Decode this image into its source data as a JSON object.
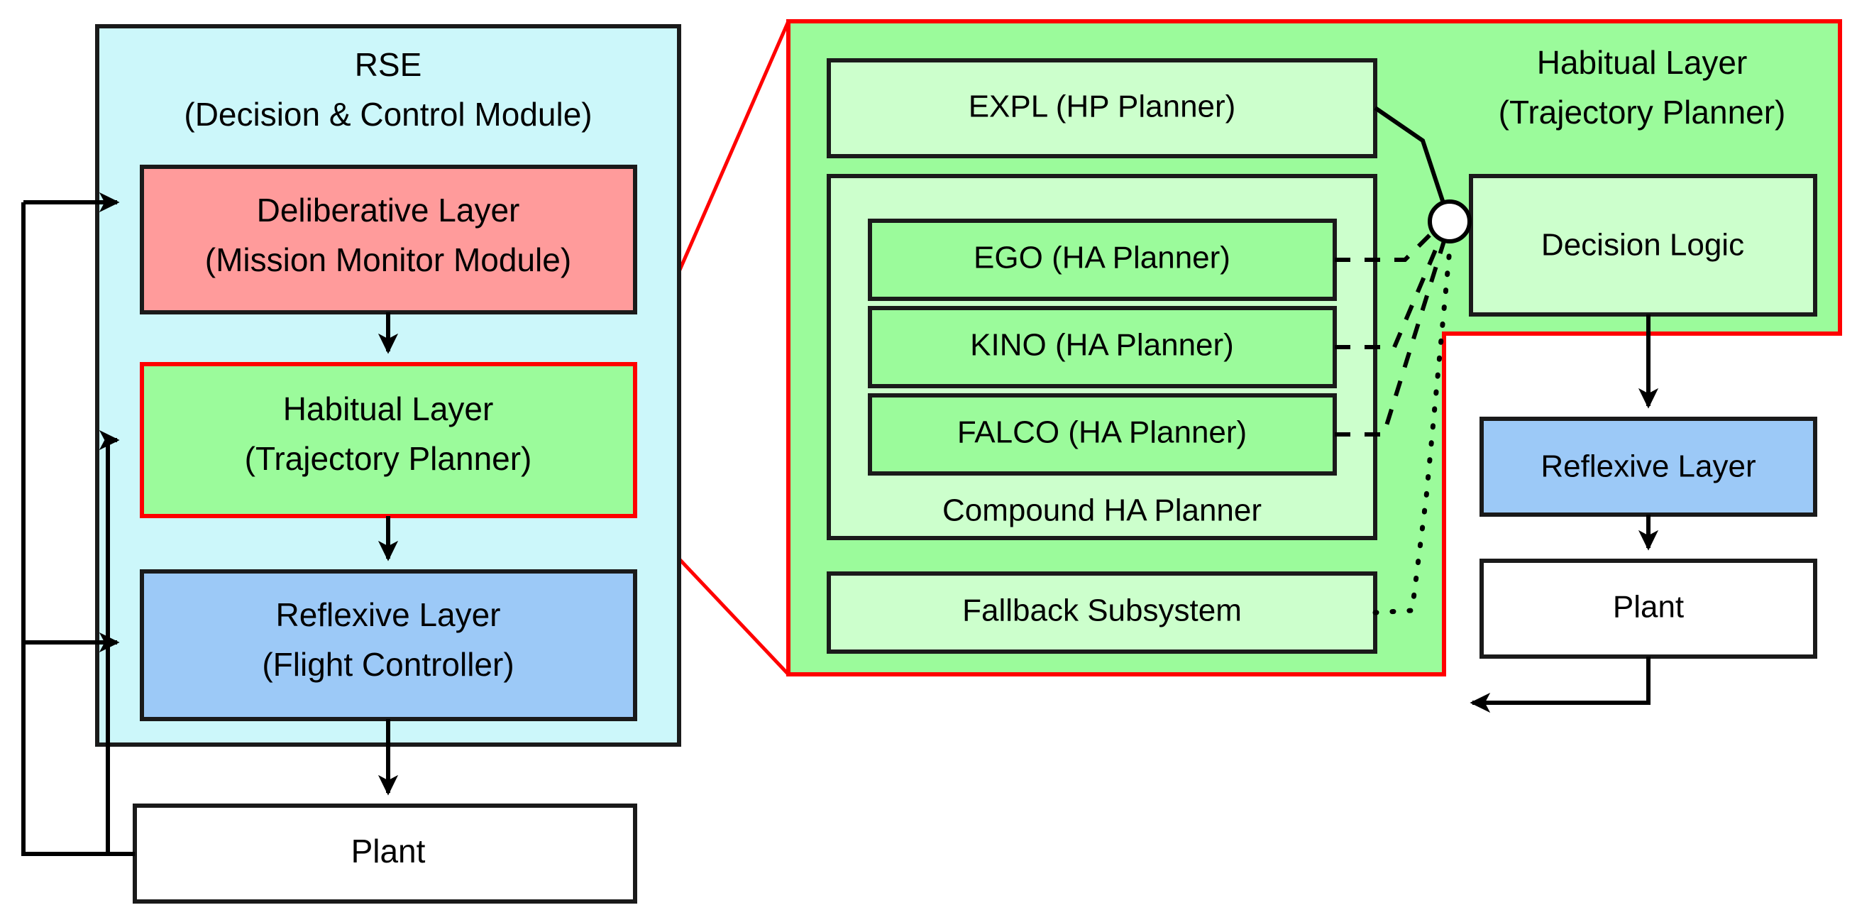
{
  "diagram": {
    "title": "RSE architecture with Habitual Layer detail",
    "colors": {
      "panel_cyan": "#CCF7FA",
      "deliberative_red": "#FF9B9B",
      "habitual_green": "#9BFB9B",
      "reflexive_blue": "#9CC9F7",
      "inner_light_green": "#CCFFCC",
      "plant_white": "#FFFFFF",
      "callout_red": "#FF0000",
      "outline_black": "#1A1A1A"
    }
  },
  "left_panel": {
    "container": {
      "title_line1": "RSE",
      "title_line2": "(Decision & Control Module)"
    },
    "blocks": [
      {
        "id": "deliberative",
        "line1": "Deliberative Layer",
        "line2": "(Mission Monitor Module)"
      },
      {
        "id": "habitual",
        "line1": "Habitual Layer",
        "line2": "(Trajectory Planner)"
      },
      {
        "id": "reflexive",
        "line1": "Reflexive Layer",
        "line2": "(Flight Controller)"
      }
    ],
    "plant": {
      "label": "Plant"
    }
  },
  "right_panel": {
    "title_line1": "Habitual Layer",
    "title_line2": "(Trajectory Planner)",
    "hp_planner": {
      "label": "EXPL (HP Planner)"
    },
    "compound": {
      "caption": "Compound HA Planner",
      "planners": [
        {
          "label": "EGO (HA Planner)"
        },
        {
          "label": "KINO (HA Planner)"
        },
        {
          "label": "FALCO (HA Planner)"
        }
      ]
    },
    "fallback": {
      "label": "Fallback Subsystem"
    },
    "decision_logic": {
      "label": "Decision Logic"
    },
    "reflexive": {
      "label": "Reflexive Layer"
    },
    "plant": {
      "label": "Plant"
    },
    "junction": {
      "name": "merge-node"
    }
  }
}
